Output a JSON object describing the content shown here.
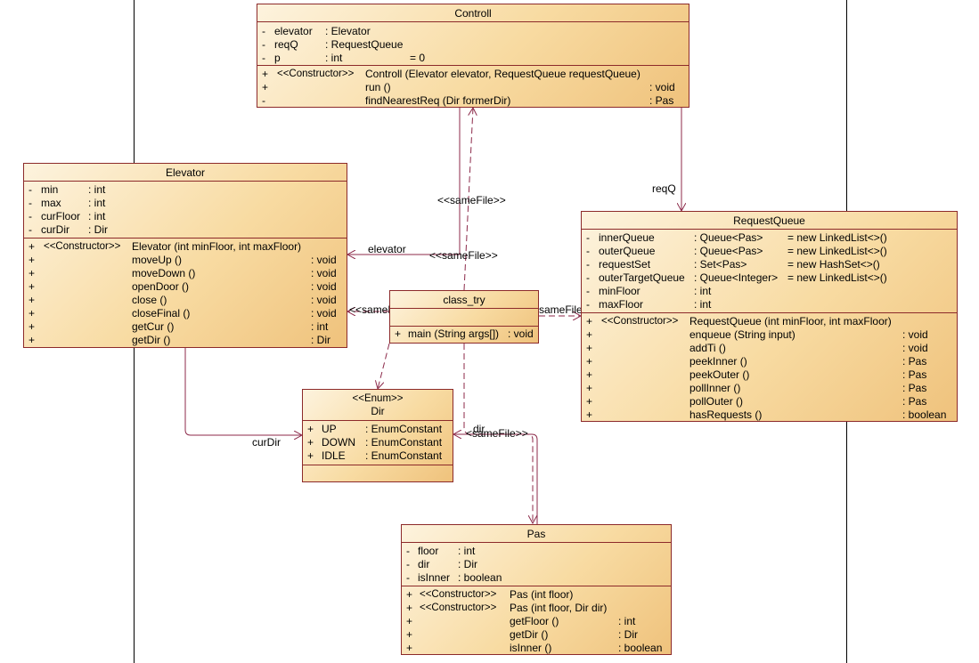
{
  "diagram": {
    "classes": {
      "controll": {
        "name": "Controll",
        "attributes": [
          {
            "vis": "-",
            "name": "elevator",
            "type": ": Elevator",
            "init": ""
          },
          {
            "vis": "-",
            "name": "reqQ",
            "type": ": RequestQueue",
            "init": ""
          },
          {
            "vis": "-",
            "name": "p",
            "type": ": int",
            "init": "= 0"
          }
        ],
        "operations": [
          {
            "vis": "+",
            "stereo": "<<Constructor>>",
            "sig": "Controll (Elevator elevator, RequestQueue requestQueue)",
            "ret": ""
          },
          {
            "vis": "+",
            "stereo": "",
            "sig": "run ()",
            "ret": ": void"
          },
          {
            "vis": "-",
            "stereo": "",
            "sig": "findNearestReq (Dir formerDir)",
            "ret": ": Pas"
          }
        ]
      },
      "elevator": {
        "name": "Elevator",
        "attributes": [
          {
            "vis": "-",
            "name": "min",
            "type": ": int"
          },
          {
            "vis": "-",
            "name": "max",
            "type": ": int"
          },
          {
            "vis": "-",
            "name": "curFloor",
            "type": ": int"
          },
          {
            "vis": "-",
            "name": "curDir",
            "type": ": Dir"
          }
        ],
        "operations": [
          {
            "vis": "+",
            "stereo": "<<Constructor>>",
            "sig": "Elevator (int minFloor, int maxFloor)",
            "ret": ""
          },
          {
            "vis": "+",
            "stereo": "",
            "sig": "moveUp ()",
            "ret": ": void"
          },
          {
            "vis": "+",
            "stereo": "",
            "sig": "moveDown ()",
            "ret": ": void"
          },
          {
            "vis": "+",
            "stereo": "",
            "sig": "openDoor ()",
            "ret": ": void"
          },
          {
            "vis": "+",
            "stereo": "",
            "sig": "close ()",
            "ret": ": void"
          },
          {
            "vis": "+",
            "stereo": "",
            "sig": "closeFinal ()",
            "ret": ": void"
          },
          {
            "vis": "+",
            "stereo": "",
            "sig": "getCur ()",
            "ret": ": int"
          },
          {
            "vis": "+",
            "stereo": "",
            "sig": "getDir ()",
            "ret": ": Dir"
          }
        ]
      },
      "requestqueue": {
        "name": "RequestQueue",
        "attributes": [
          {
            "vis": "-",
            "name": "innerQueue",
            "type": ": Queue<Pas>",
            "init": "= new LinkedList<>()"
          },
          {
            "vis": "-",
            "name": "outerQueue",
            "type": ": Queue<Pas>",
            "init": "= new LinkedList<>()"
          },
          {
            "vis": "-",
            "name": "requestSet",
            "type": ": Set<Pas>",
            "init": "= new HashSet<>()"
          },
          {
            "vis": "-",
            "name": "outerTargetQueue",
            "type": ": Queue<Integer>",
            "init": "= new LinkedList<>()"
          },
          {
            "vis": "-",
            "name": "minFloor",
            "type": ": int",
            "init": ""
          },
          {
            "vis": "-",
            "name": "maxFloor",
            "type": ": int",
            "init": ""
          }
        ],
        "operations": [
          {
            "vis": "+",
            "stereo": "<<Constructor>>",
            "sig": "RequestQueue (int minFloor, int maxFloor)",
            "ret": ""
          },
          {
            "vis": "+",
            "stereo": "",
            "sig": "enqueue (String input)",
            "ret": ": void"
          },
          {
            "vis": "+",
            "stereo": "",
            "sig": "addTi ()",
            "ret": ": void"
          },
          {
            "vis": "+",
            "stereo": "",
            "sig": "peekInner ()",
            "ret": ": Pas"
          },
          {
            "vis": "+",
            "stereo": "",
            "sig": "peekOuter ()",
            "ret": ": Pas"
          },
          {
            "vis": "+",
            "stereo": "",
            "sig": "pollInner ()",
            "ret": ": Pas"
          },
          {
            "vis": "+",
            "stereo": "",
            "sig": "pollOuter ()",
            "ret": ": Pas"
          },
          {
            "vis": "+",
            "stereo": "",
            "sig": "hasRequests ()",
            "ret": ": boolean"
          }
        ]
      },
      "class_try": {
        "name": "class_try",
        "attributes": [],
        "operations": [
          {
            "vis": "+",
            "sig": "main (String args[])",
            "ret": ": void"
          }
        ]
      },
      "dir": {
        "stereotype": "<<Enum>>",
        "name": "Dir",
        "attributes": [
          {
            "vis": "+",
            "name": "UP",
            "type": ": EnumConstant"
          },
          {
            "vis": "+",
            "name": "DOWN",
            "type": ": EnumConstant"
          },
          {
            "vis": "+",
            "name": "IDLE",
            "type": ": EnumConstant"
          }
        ],
        "operations": []
      },
      "pas": {
        "name": "Pas",
        "attributes": [
          {
            "vis": "-",
            "name": "floor",
            "type": ": int"
          },
          {
            "vis": "-",
            "name": "dir",
            "type": ": Dir"
          },
          {
            "vis": "-",
            "name": "isInner",
            "type": ": boolean"
          }
        ],
        "operations": [
          {
            "vis": "+",
            "stereo": "<<Constructor>>",
            "sig": "Pas (int floor)",
            "ret": ""
          },
          {
            "vis": "+",
            "stereo": "<<Constructor>>",
            "sig": "Pas (int floor, Dir dir)",
            "ret": ""
          },
          {
            "vis": "+",
            "stereo": "",
            "sig": "getFloor ()",
            "ret": ": int"
          },
          {
            "vis": "+",
            "stereo": "",
            "sig": "getDir ()",
            "ret": ": Dir"
          },
          {
            "vis": "+",
            "stereo": "",
            "sig": "isInner ()",
            "ret": ": boolean"
          }
        ]
      }
    },
    "edge_labels": {
      "reqQ": "reqQ",
      "elevator": "elevator",
      "curDir": "curDir",
      "dir": "dir",
      "sameFile_1": "<<sameFile>>",
      "sameFile_2": "<<sameFile>>",
      "sameFile_3": "<<sameF",
      "sameFile_4": "sameFile",
      "sameFile_5": "<sameFile>>"
    },
    "colors": {
      "border": "#8c2a2a",
      "line": "#8c2a4a",
      "fill_light": "#fdf3de",
      "fill_dark": "#efc27c",
      "swimlane": "#000000"
    }
  }
}
